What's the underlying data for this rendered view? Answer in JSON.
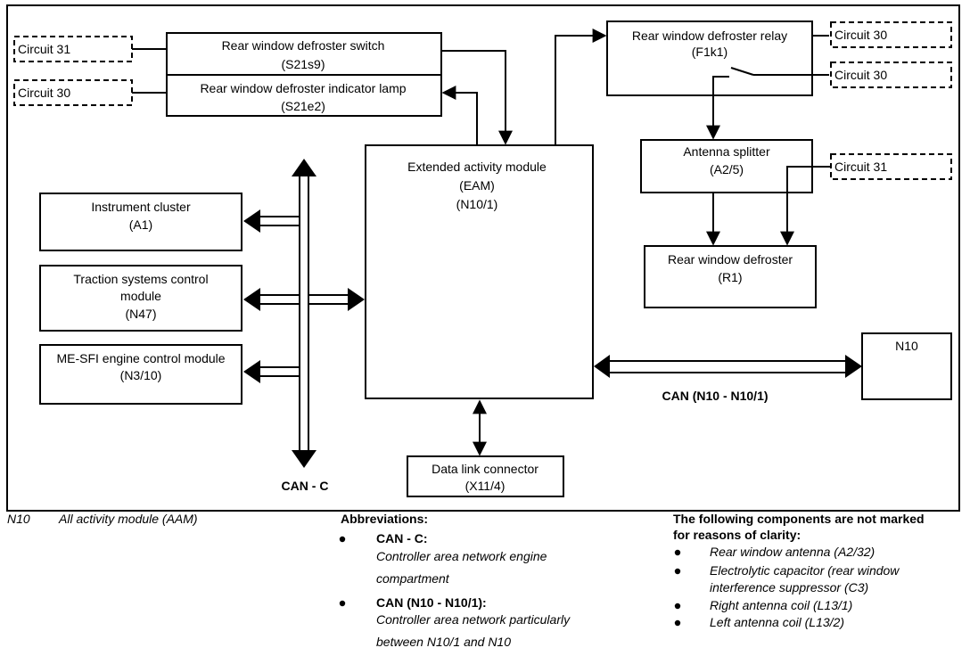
{
  "boxes": {
    "defroster_switch": {
      "line1": "Rear window defroster switch",
      "line2": "(S21s9)"
    },
    "indicator_lamp": {
      "line1": "Rear window defroster indicator lamp",
      "line2": "(S21e2)"
    },
    "relay": {
      "line1": "Rear window defroster relay",
      "line2": "(F1k1)"
    },
    "antenna_splitter": {
      "line1": "Antenna splitter",
      "line2": "(A2/5)"
    },
    "rear_defroster": {
      "line1": "Rear window defroster",
      "line2": "(R1)"
    },
    "eam": {
      "line1": "Extended activity module",
      "line2": "(EAM)",
      "line3": "(N10/1)"
    },
    "instrument_cluster": {
      "line1": "Instrument cluster",
      "line2": "(A1)"
    },
    "traction": {
      "line1": "Traction systems control",
      "line2": "module",
      "line3": "(N47)"
    },
    "me_sfi": {
      "line1": "ME-SFI engine control module",
      "line2": "(N3/10)"
    },
    "n10": {
      "line1": "N10"
    },
    "data_link": {
      "line1": "Data link connector",
      "line2": "(X11/4)"
    }
  },
  "circuits": {
    "left_top": "Circuit 31",
    "left_bottom": "Circuit 30",
    "right_top": "Circuit 30",
    "right_middle": "Circuit 30",
    "right_bottom": "Circuit 31"
  },
  "bus_labels": {
    "can_c": "CAN - C",
    "can_n10": "CAN (N10 - N10/1)"
  },
  "legend": {
    "code": "N10",
    "description": "All activity module (AAM)"
  },
  "abbreviations": {
    "title": "Abbreviations:",
    "items": [
      {
        "term": "CAN - C:",
        "line1": "Controller area network engine",
        "line2": "compartment"
      },
      {
        "term": "CAN (N10 - N10/1):",
        "line1": "Controller area network particularly",
        "line2": "between N10/1 and N10"
      }
    ]
  },
  "unmarked": {
    "title_line1": "The following components are not marked",
    "title_line2": "for reasons of clarity:",
    "items": [
      {
        "line1": "Rear window antenna (A2/32)",
        "line2": ""
      },
      {
        "line1": "Electrolytic capacitor (rear window",
        "line2": "interference suppressor (C3)"
      },
      {
        "line1": "Right antenna coil (L13/1)",
        "line2": ""
      },
      {
        "line1": "Left antenna coil (L13/2)",
        "line2": ""
      }
    ]
  }
}
